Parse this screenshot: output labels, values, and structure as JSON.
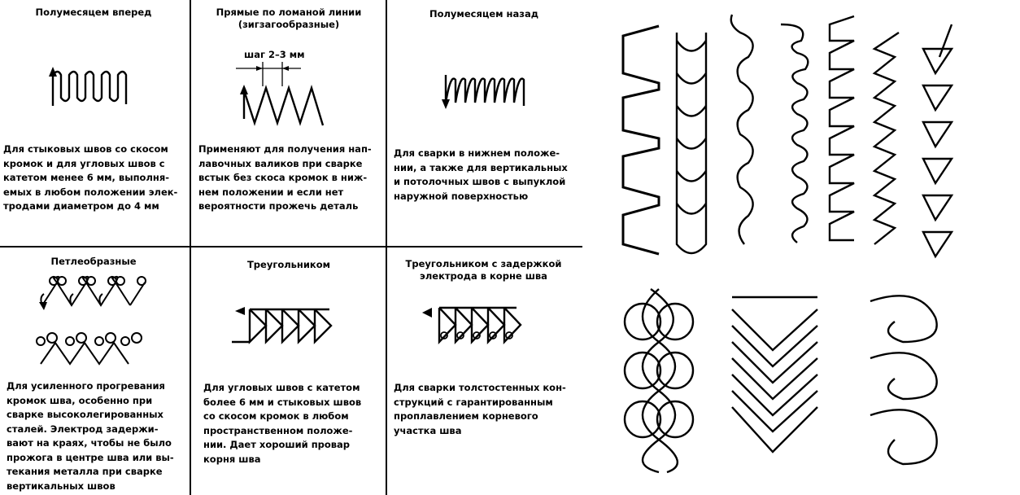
{
  "cells": [
    {
      "title": "Полумесяцем вперед",
      "desc": [
        "Для стыковых швов со скосом",
        "кромок и для угловых швов с",
        "катетом менее 6 мм, выполня-",
        "емых в любом положении элек-",
        "тродами диаметром до 4 мм"
      ]
    },
    {
      "title": [
        "Прямые по ломаной линии",
        "(зигзагообразные)"
      ],
      "step_label": "шаг 2–3 мм",
      "desc": [
        "Применяют для получения нап-",
        "лавочных валиков при сварке",
        "встык без скоса кромок в ниж-",
        "нем положении и если   нет",
        "вероятности прожечь деталь"
      ]
    },
    {
      "title": "Полумесяцем назад",
      "desc": [
        "Для сварки в нижнем положе-",
        "нии, а также для вертикальных",
        "и потолочных швов с выпуклой",
        "наружной поверхностью"
      ]
    },
    {
      "title": "Петлеобразные",
      "desc": [
        "Для усиленного прогревания",
        "кромок шва, особенно при",
        "сварке высоколегированных",
        "сталей. Электрод задержи-",
        "вают на краях, чтобы не было",
        "прожога в центре шва или вы-",
        "текания металла при сварке",
        "вертикальных швов"
      ]
    },
    {
      "title": "Треугольником",
      "desc": [
        "Для угловых швов с катетом",
        "более 6 мм и стыковых швов",
        "со скосом кромок в любом",
        "пространственном положе-",
        "нии. Дает хороший провар",
        "корня шва"
      ]
    },
    {
      "title": [
        "Треугольником с задержкой",
        "электрода в корне шва"
      ],
      "desc": [
        "Для сварки толстостенных кон-",
        "струкций с гарантированным",
        "проплавлением корневого",
        "участка шва"
      ]
    }
  ]
}
